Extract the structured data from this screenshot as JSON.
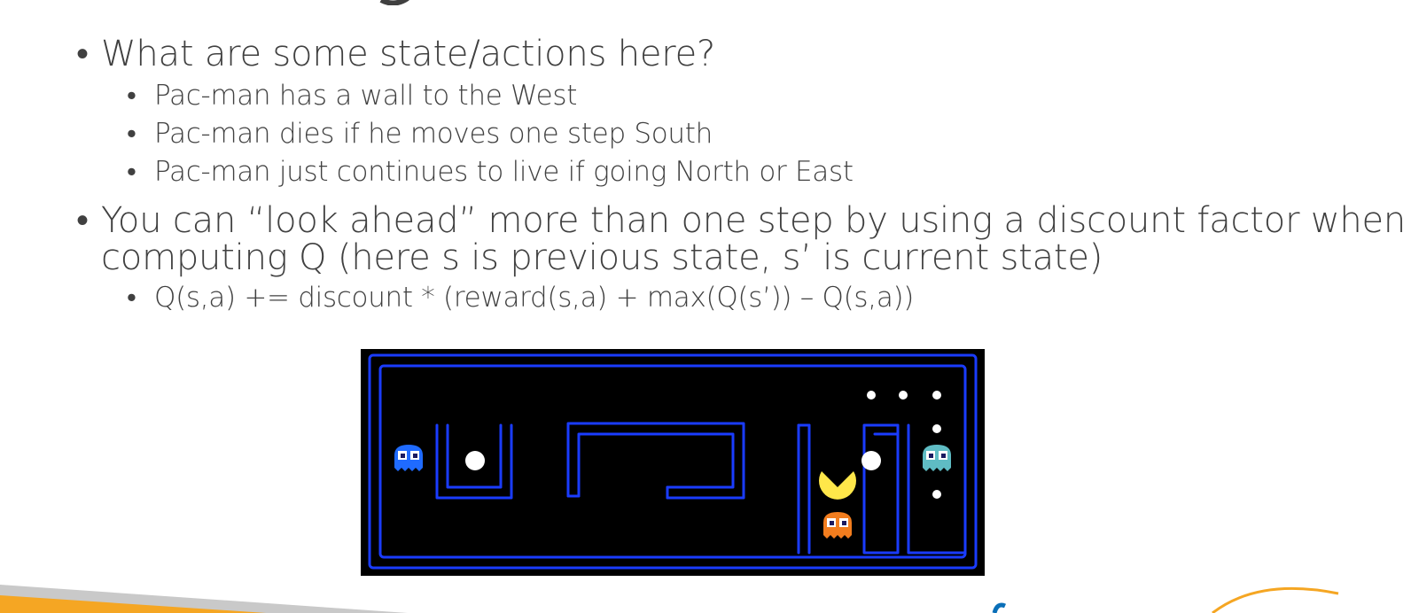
{
  "slide": {
    "bullets": [
      {
        "text": "What are some state/actions here?",
        "sub": [
          "Pac-man has a wall to the West",
          "Pac-man dies if he moves one step South",
          "Pac-man just continues to live if going North or East"
        ]
      },
      {
        "text_line1": "You can “look ahead” more than one step by using a discount factor when",
        "text_line2": "computing Q (here s is previous state, s’ is current state)",
        "sub": [
          "Q(s,a) += discount * (reward(s,a) + max(Q(s’)) – Q(s,a))"
        ]
      }
    ],
    "bullet_glyph": "•"
  },
  "game_board": {
    "colors": {
      "background": "#000000",
      "wall": "#1a3cff",
      "pellet": "#ffffff",
      "pacman": "#ffe74a",
      "ghost_blue": "#1f6bff",
      "ghost_cyan": "#5fbcc4",
      "ghost_orange": "#f27d1e"
    },
    "sprites": [
      "pacman",
      "ghost-blue",
      "ghost-cyan",
      "ghost-orange",
      "power-pellet",
      "pellet"
    ]
  },
  "footer": {
    "colors": {
      "accent": "#f5a623",
      "gray": "#c9c9c9"
    }
  }
}
